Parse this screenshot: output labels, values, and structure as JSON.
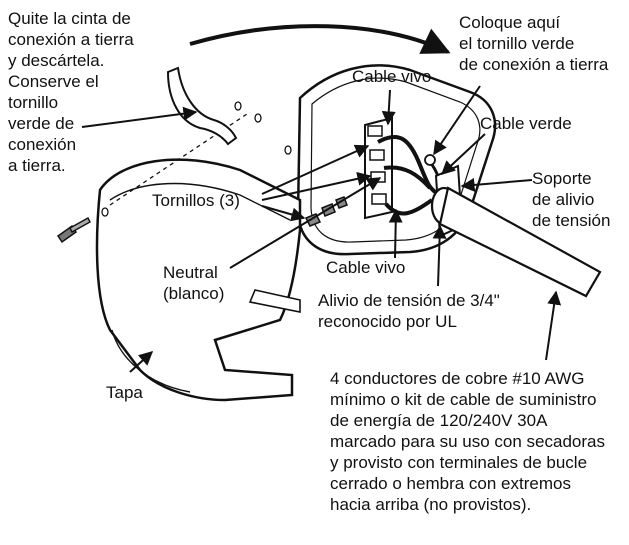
{
  "labels": {
    "tape": [
      "Quite la cinta de",
      "conexión a tierra",
      "y descártela.",
      "Conserve el",
      "tornillo",
      "verde de",
      "conexión",
      "a tierra."
    ],
    "place_screw": [
      "Coloque aquí",
      "el tornillo verde",
      "de conexión a tierra"
    ],
    "live_wire_top": "Cable vivo",
    "green_wire": "Cable verde",
    "strain_bracket": [
      "Soporte",
      "de alivio",
      "de tensión"
    ],
    "screws": "Tornillos (3)",
    "neutral": [
      "Neutral",
      "(blanco)"
    ],
    "live_wire_bottom": "Cable vivo",
    "strain_relief": [
      "Alivio de tensión de 3/4\"",
      "reconocido por UL"
    ],
    "cover": "Tapa",
    "conductors": [
      "4 conductores de cobre #10 AWG",
      "mínimo o kit de cable de suministro",
      "de energía de 120/240V 30A",
      "marcado para su uso con secadoras",
      "y provisto con terminales de bucle",
      "cerrado o hembra con extremos",
      "hacia arriba (no provistos)."
    ]
  }
}
